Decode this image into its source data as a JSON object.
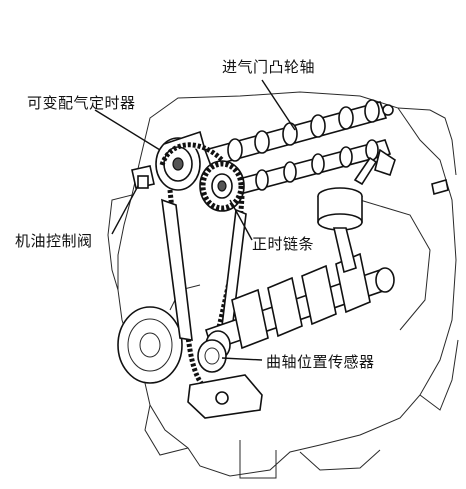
{
  "diagram": {
    "labels": {
      "intake_camshaft": "进气门凸轮轴",
      "vvt": "可变配气定时器",
      "oil_control_valve": "机油控制阀",
      "timing_chain": "正时链条",
      "crank_position_sensor": "曲轴位置传感器"
    }
  }
}
